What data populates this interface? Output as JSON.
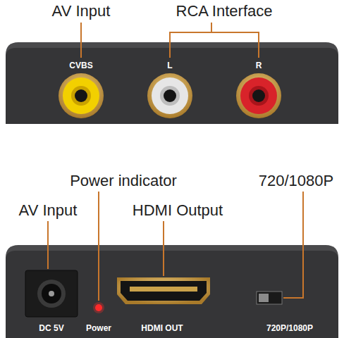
{
  "diagram": {
    "labels": [
      "AV Input",
      "RCA Interface",
      "CVBS",
      "L",
      "R",
      "Power indicator",
      "720/1080P",
      "AV Input",
      "HDMI Output",
      "DC 5V",
      "Power",
      "HDMI OUT",
      "720P/1080P"
    ]
  }
}
